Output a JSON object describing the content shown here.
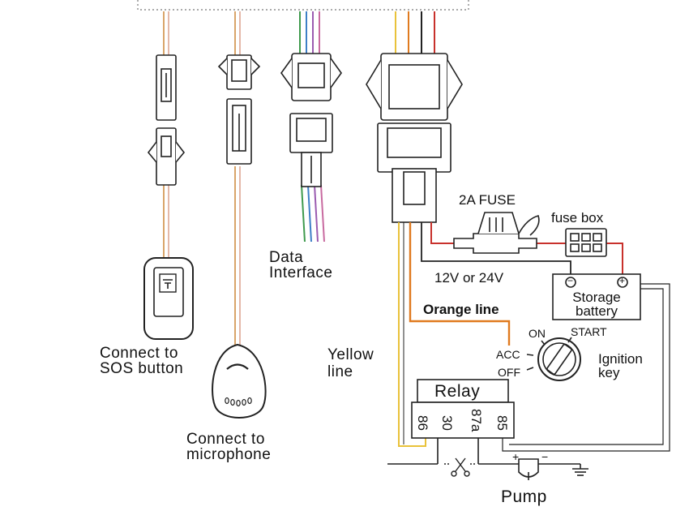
{
  "labels": {
    "sos": [
      "Connect to",
      "SOS button"
    ],
    "microphone": [
      "Connect to",
      "microphone"
    ],
    "data_interface": [
      "Data",
      "Interface"
    ],
    "yellow_line": [
      "Yellow",
      "line"
    ],
    "orange_line": "Orange line",
    "fuse": "2A FUSE",
    "fuse_box": "fuse box",
    "voltage": "12V or 24V",
    "battery": [
      "Storage",
      "battery"
    ],
    "battery_neg": "−",
    "battery_pos": "+",
    "ignition": [
      "Ignition",
      "key"
    ],
    "ign_on": "ON",
    "ign_start": "START",
    "ign_acc": "ACC",
    "ign_off": "OFF",
    "relay": "Relay",
    "relay_pins": [
      "86",
      "30",
      "87a",
      "85"
    ],
    "pump": "Pump",
    "pump_pos": "+",
    "pump_neg": "−"
  },
  "colors": {
    "orange_wire": "#e07a1f",
    "yellow_wire": "#e9c23a",
    "red_wire": "#c8312c",
    "green_wire": "#3f9a4d",
    "blue_wire": "#3d7fc7",
    "purple_wire": "#9a5bb0",
    "tan_wire": "#d9a56a",
    "pink_wire": "#e4b8a8",
    "black_wire": "#222222"
  },
  "icons": {
    "scissors": "scissors-icon",
    "ground": "ground-symbol-icon"
  }
}
